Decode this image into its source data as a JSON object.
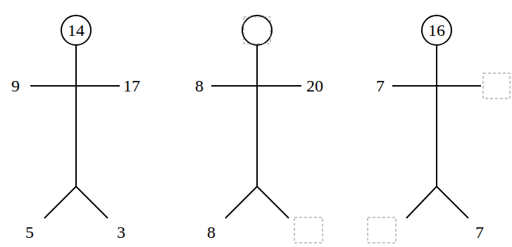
{
  "diagram": {
    "nodes": [
      {
        "text": [
          "14"
        ]
      },
      {
        "text": [
          "16"
        ]
      }
    ],
    "labels": [
      "9",
      "17",
      "5",
      "3",
      "8",
      "20",
      "8",
      "7",
      "7"
    ]
  }
}
